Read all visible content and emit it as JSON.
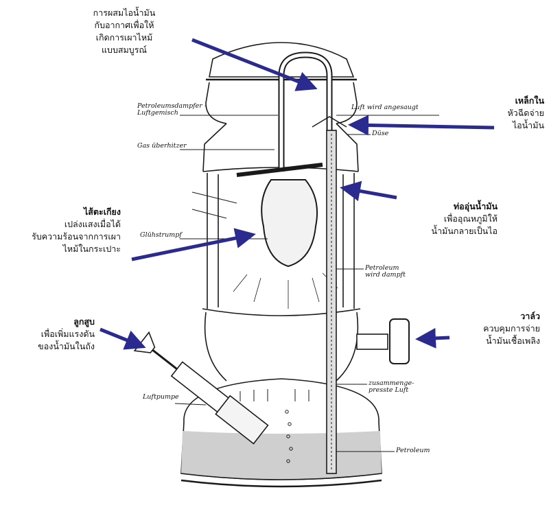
{
  "callouts": {
    "top": {
      "lines": [
        "การผสมไอน้ำมัน",
        "กับอากาศเพื่อให้",
        "เกิดการเผาไหม้",
        "แบบสมบูรณ์"
      ]
    },
    "nozzle": {
      "heading": "เหล็กใน",
      "lines": [
        "หัวฉีดจ่าย",
        "ไอน้ำมัน"
      ]
    },
    "mantle": {
      "heading": "ไส้ตะเกียง",
      "lines": [
        "เปล่งแสงเมื่อได้",
        "รับความร้อนจากการเผา",
        "ไหม้ในกระเปาะ"
      ]
    },
    "tube": {
      "heading": "ท่ออุ่นน้ำมัน",
      "lines": [
        "เพื่ออุณหภูมิให้",
        "น้ำมันกลายเป็นไอ"
      ]
    },
    "valve": {
      "heading": "วาล์ว",
      "lines": [
        "ควบคุมการจ่าย",
        "น้ำมันเชื้อเพลิง"
      ]
    },
    "pump": {
      "heading": "ลูกสูบ",
      "lines": [
        "เพื่อเพิ่มแรงดัน",
        "ของน้ำมันในถัง"
      ]
    }
  },
  "labels": {
    "petroleum_vapour": [
      "Petroleumsdampfer -",
      "Luftgemisch"
    ],
    "mixing_chamber": "Luft wird angesaugt",
    "nozzle": "Düse",
    "gas_tube": "Gas überhitzer",
    "mantle": "Glühstrumpf",
    "petroleum_vapour_lower": [
      "Petroleum",
      "wird dampft"
    ],
    "pressure_air": [
      "zusammenge-",
      "presste Luft"
    ],
    "pump": "Luftpumpe",
    "petroleum": "Petroleum"
  },
  "colors": {
    "arrow": "#2b2b8f",
    "line": "#1a1a1a",
    "fuel": "#cfcfcf"
  }
}
